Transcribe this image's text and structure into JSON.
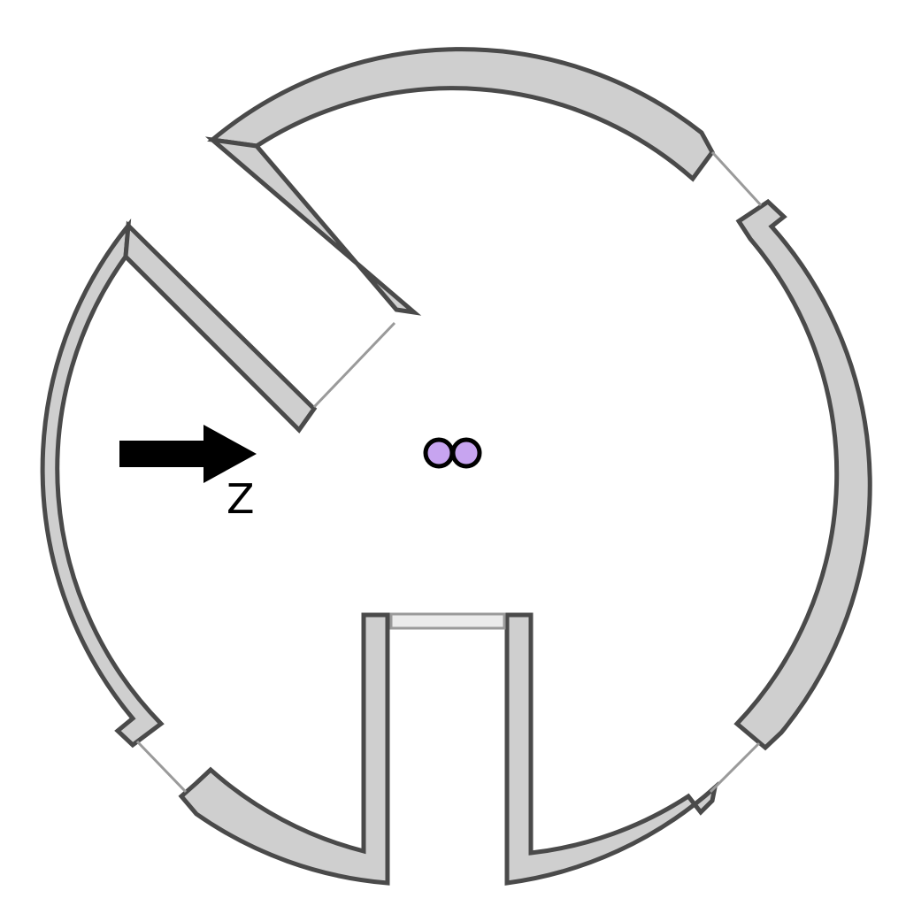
{
  "diagram": {
    "arrow_label": "Z",
    "colors": {
      "wall_fill": "#cfcfcf",
      "wall_stroke": "#4a4a4a",
      "window_fill": "#ebebeb",
      "window_stroke": "#9a9a9a",
      "arrow": "#000000",
      "marker_fill": "#c7a4f0",
      "marker_stroke": "#000000"
    },
    "markers": [
      {
        "id": "marker-left"
      },
      {
        "id": "marker-right"
      }
    ]
  }
}
